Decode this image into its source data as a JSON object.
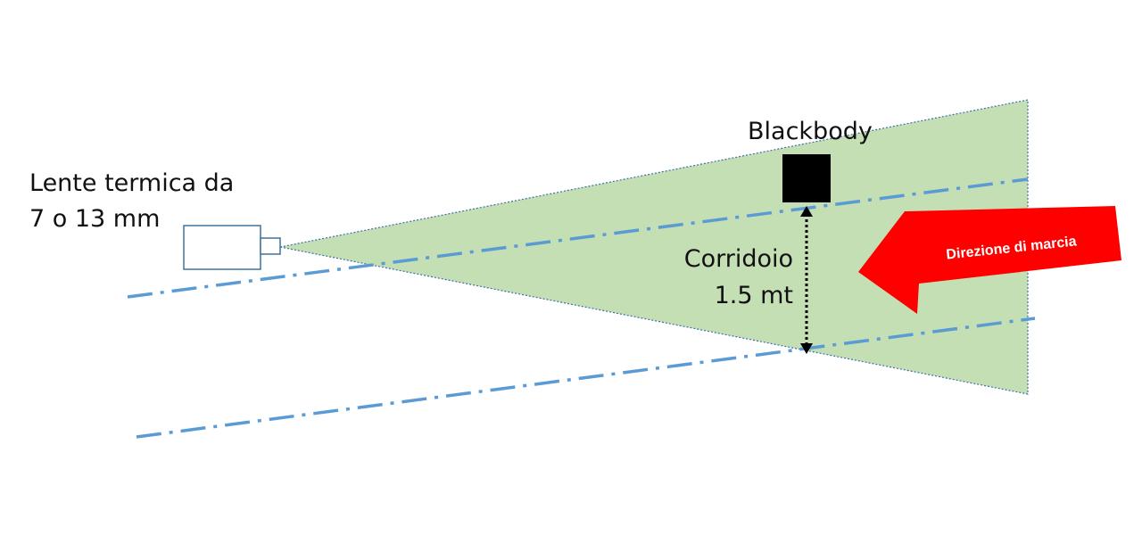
{
  "labels": {
    "camera_line1": "Lente termica da",
    "camera_line2": "7 o 13 mm",
    "blackbody": "Blackbody",
    "corridor_line1": "Corridoio",
    "corridor_line2": "1.5 mt",
    "direction": "Direzione di marcia"
  },
  "colors": {
    "field_of_view_fill": "#c5dfb4",
    "field_of_view_border": "#3f6fa8",
    "corridor_lines": "#5b9bd5",
    "camera_stroke": "#41719c",
    "blackbody": "#000000",
    "direction_arrow": "#ff0000",
    "direction_text": "#ffffff"
  },
  "icons": {
    "camera": "thermal-camera-icon",
    "blackbody": "blackbody-square",
    "corridor_measure": "double-headed-arrow",
    "direction": "red-arrow-left"
  }
}
